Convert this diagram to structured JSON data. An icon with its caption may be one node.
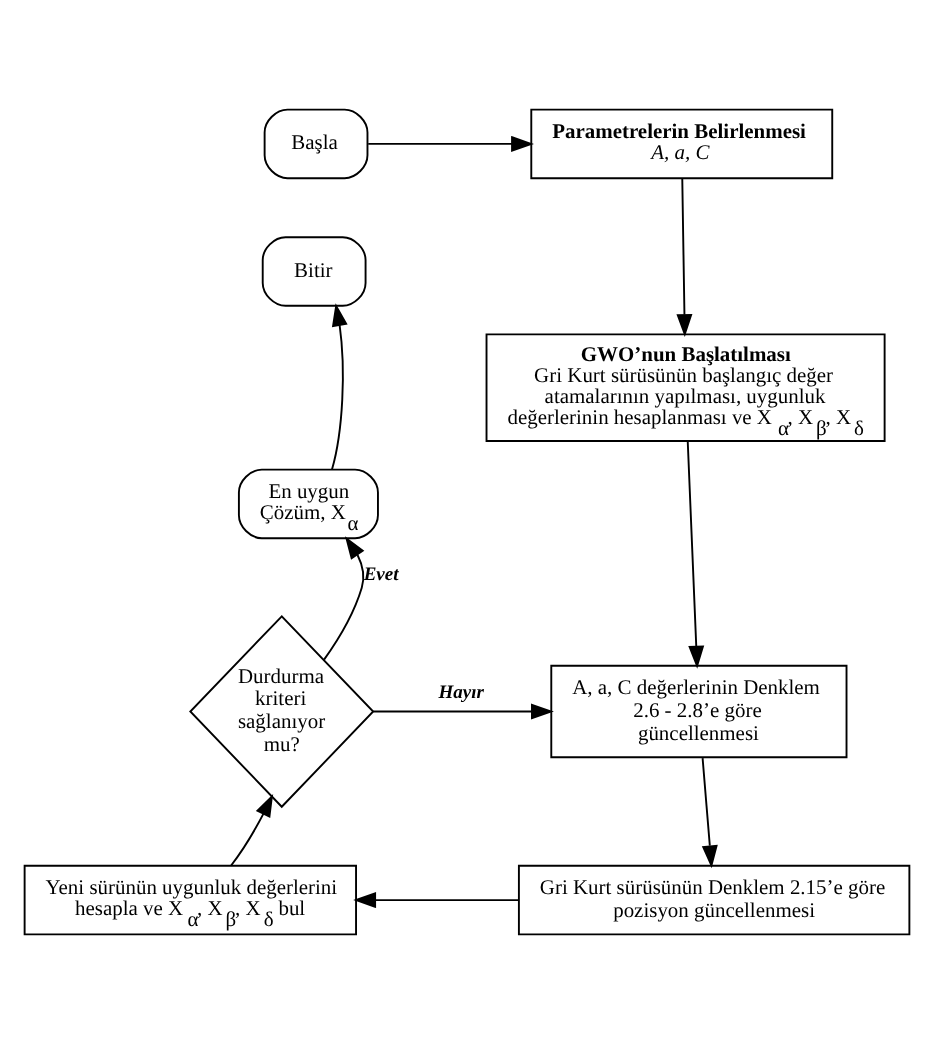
{
  "diagram": {
    "nodes": [
      {
        "text": [
          "Başla"
        ]
      },
      {
        "text": [
          "Parametrelerin Belirlenmesi",
          "A, a, C"
        ]
      },
      {
        "text": [
          "Bitir"
        ]
      },
      {
        "text": [
          "GWO’nun Başlatılması",
          "Gri Kurt sürüsünün başlangıç değer atamalarının yapılması, uygunluk değerlerinin hesaplanması ve X$_{α}$, X$_{β}$, X$_{δ}$"
        ]
      },
      {
        "text": [
          "En uygun Çözüm, X$_{α}$"
        ]
      },
      {
        "text": [
          "Durdurma kriteri sağlanıyor mu?"
        ]
      },
      {
        "text": [
          "A, a, C değerlerinin Denklem 2.6 - 2.8’e göre güncellenmesi"
        ]
      },
      {
        "text": [
          "Yeni sürünün uygunluk değerlerini hesapla ve X$_{α}$, X$_{β}$, X$_{δ}$ bul"
        ]
      },
      {
        "text": [
          "Gri Kurt sürüsünün Denklem 2.15’e göre pozisyon güncellenmesi"
        ]
      }
    ],
    "edges": [
      {
        "from": 0,
        "to": 1,
        "arrow": "to"
      },
      {
        "from": 1,
        "to": 3,
        "arrow": "to"
      },
      {
        "from": 3,
        "to": 6,
        "arrow": "to"
      },
      {
        "from": 6,
        "to": 8,
        "arrow": "to"
      },
      {
        "from": 8,
        "to": 7,
        "arrow": "to"
      },
      {
        "from": 7,
        "to": 5,
        "arrow": "to"
      },
      {
        "from": 5,
        "to": 6,
        "arrow": "to",
        "label": "Hayır"
      },
      {
        "from": 5,
        "to": 4,
        "arrow": "to",
        "label": "Evet"
      },
      {
        "from": 4,
        "to": 2,
        "arrow": "to"
      }
    ]
  }
}
